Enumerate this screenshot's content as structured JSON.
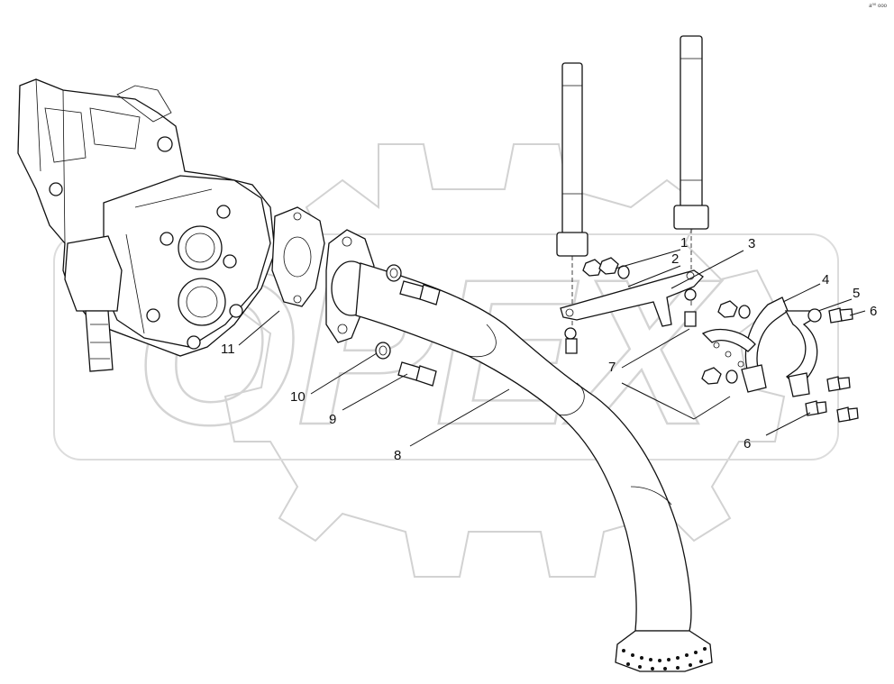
{
  "corner_code": "a⁰⁰ ooo",
  "watermark_text": "OPEX",
  "callouts": [
    {
      "id": "c1",
      "label": "1"
    },
    {
      "id": "c2",
      "label": "2"
    },
    {
      "id": "c3",
      "label": "3"
    },
    {
      "id": "c4",
      "label": "4"
    },
    {
      "id": "c5",
      "label": "5"
    },
    {
      "id": "c6a",
      "label": "6"
    },
    {
      "id": "c6b",
      "label": "6"
    },
    {
      "id": "c7",
      "label": "7"
    },
    {
      "id": "c8",
      "label": "8"
    },
    {
      "id": "c9",
      "label": "9"
    },
    {
      "id": "c10",
      "label": "10"
    },
    {
      "id": "c11",
      "label": "11"
    }
  ],
  "colors": {
    "line": "#111111",
    "watermark": "#cfcfcf",
    "background": "#ffffff"
  }
}
